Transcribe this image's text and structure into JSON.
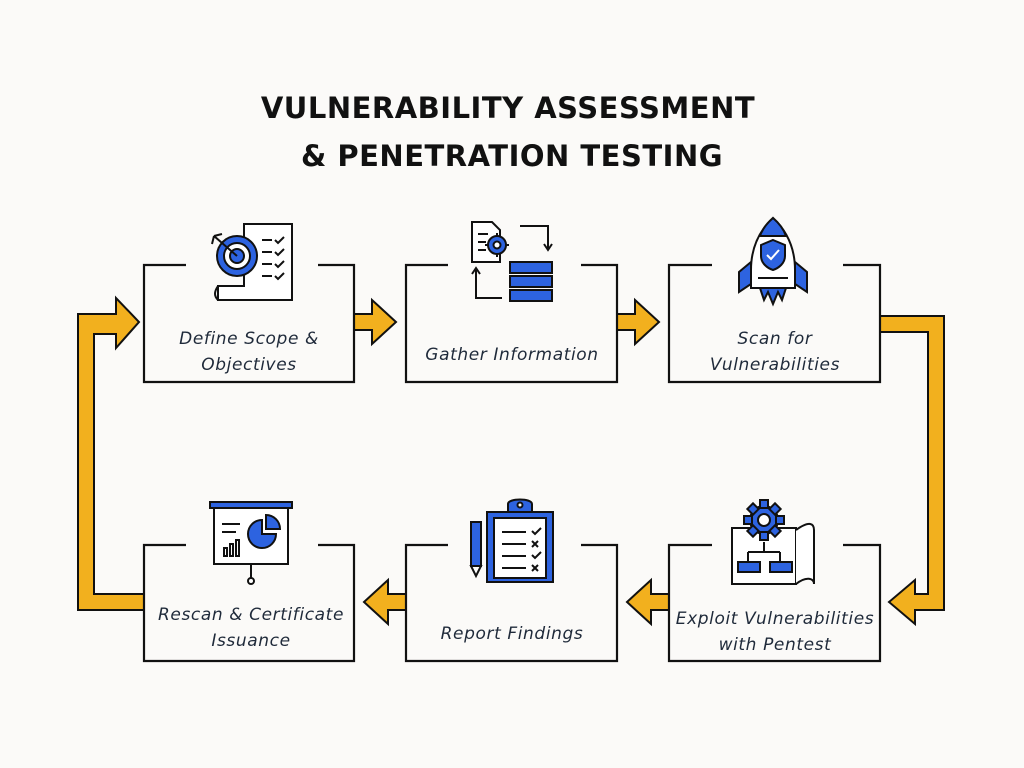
{
  "title": {
    "line1": "VULNERABILITY ASSESSMENT",
    "line2": "& PENETRATION TESTING"
  },
  "colors": {
    "background": "#fbfaf8",
    "box_border": "#111111",
    "arrow_fill": "#f2b01e",
    "arrow_outline": "#111111",
    "icon_blue": "#2d63e0",
    "label_text": "#1f2a3a"
  },
  "steps": [
    {
      "id": "define-scope",
      "order": 1,
      "icon": "target-checklist-icon",
      "label_lines": [
        "Define Scope &",
        "Objectives"
      ]
    },
    {
      "id": "gather-information",
      "order": 2,
      "icon": "document-gear-database-icon",
      "label_lines": [
        "Gather Information"
      ]
    },
    {
      "id": "scan-vulnerabilities",
      "order": 3,
      "icon": "rocket-shield-icon",
      "label_lines": [
        "Scan for",
        "Vulnerabilities"
      ]
    },
    {
      "id": "exploit-vulnerabilities",
      "order": 4,
      "icon": "gear-blueprint-icon",
      "label_lines": [
        "Exploit Vulnerabilities",
        "with Pentest"
      ]
    },
    {
      "id": "report-findings",
      "order": 5,
      "icon": "clipboard-pencil-icon",
      "label_lines": [
        "Report Findings"
      ]
    },
    {
      "id": "rescan-certificate",
      "order": 6,
      "icon": "presentation-chart-icon",
      "label_lines": [
        "Rescan & Certificate",
        "Issuance"
      ]
    }
  ]
}
